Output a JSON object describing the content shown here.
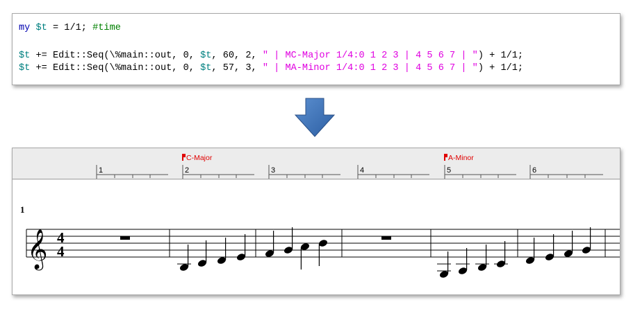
{
  "code": {
    "line1": {
      "kw": "my",
      "var": "$t",
      "rest": " = 1/1; ",
      "comment": "#time"
    },
    "line2": {
      "var1": "$t",
      "pre": " += Edit::Seq(\\%main::out, 0, ",
      "var2": "$t",
      "args": ", 60, 2, ",
      "str": "\" | MC-Major 1/4:0 1 2 3 | 4 5 6 7 | \"",
      "tail": ") + 1/1;"
    },
    "line3": {
      "var1": "$t",
      "pre": " += Edit::Seq(\\%main::out, 0, ",
      "var2": "$t",
      "args": ", 57, 3, ",
      "str": "\" | MA-Minor 1/4:0 1 2 3 | 4 5 6 7 | \"",
      "tail": ") + 1/1;"
    }
  },
  "ruler": {
    "numbers": [
      "1",
      "2",
      "3",
      "4",
      "5",
      "6"
    ],
    "markers": [
      {
        "label": "C-Major",
        "measure": 2
      },
      {
        "label": "A-Minor",
        "measure": 5
      }
    ]
  },
  "score": {
    "first_measure_number": "1",
    "time_signature": {
      "top": "4",
      "bottom": "4"
    },
    "clef": "treble-clef"
  },
  "colors": {
    "keyword": "#0000b0",
    "variable": "#008080",
    "string": "#e000e0",
    "comment": "#008000",
    "marker": "#e00000",
    "arrow": "#3a6fb5"
  }
}
